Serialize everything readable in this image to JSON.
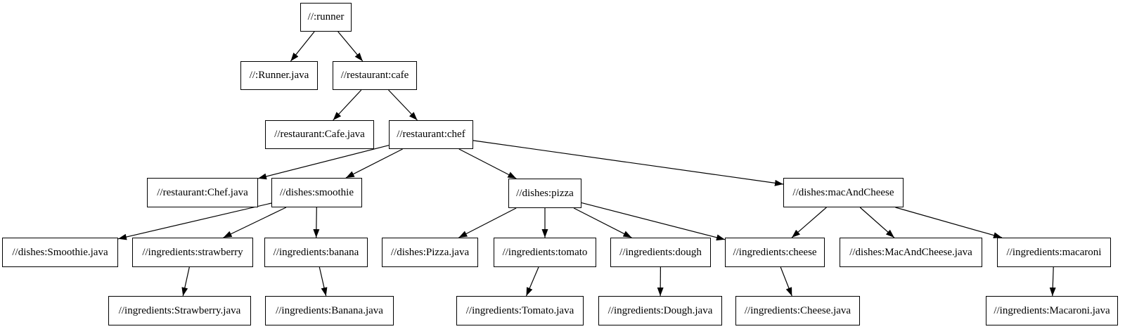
{
  "diagram": {
    "type": "dependency-graph",
    "background_color": "#ffffff",
    "node_fill_color": "#ffffff",
    "node_border_color": "#000000",
    "edge_color": "#000000",
    "text_color": "#000000",
    "nodes": [
      {
        "id": "runner",
        "label": "//:runner"
      },
      {
        "id": "runner_java",
        "label": "//:Runner.java"
      },
      {
        "id": "cafe",
        "label": "//restaurant:cafe"
      },
      {
        "id": "cafe_java",
        "label": "//restaurant:Cafe.java"
      },
      {
        "id": "chef",
        "label": "//restaurant:chef"
      },
      {
        "id": "chef_java",
        "label": "//restaurant:Chef.java"
      },
      {
        "id": "smoothie",
        "label": "//dishes:smoothie"
      },
      {
        "id": "pizza",
        "label": "//dishes:pizza"
      },
      {
        "id": "macandcheese",
        "label": "//dishes:macAndCheese"
      },
      {
        "id": "smoothie_java",
        "label": "//dishes:Smoothie.java"
      },
      {
        "id": "strawberry",
        "label": "//ingredients:strawberry"
      },
      {
        "id": "banana",
        "label": "//ingredients:banana"
      },
      {
        "id": "pizza_java",
        "label": "//dishes:Pizza.java"
      },
      {
        "id": "tomato",
        "label": "//ingredients:tomato"
      },
      {
        "id": "dough",
        "label": "//ingredients:dough"
      },
      {
        "id": "cheese",
        "label": "//ingredients:cheese"
      },
      {
        "id": "macandcheese_java",
        "label": "//dishes:MacAndCheese.java"
      },
      {
        "id": "macaroni",
        "label": "//ingredients:macaroni"
      },
      {
        "id": "strawberry_java",
        "label": "//ingredients:Strawberry.java"
      },
      {
        "id": "banana_java",
        "label": "//ingredients:Banana.java"
      },
      {
        "id": "tomato_java",
        "label": "//ingredients:Tomato.java"
      },
      {
        "id": "dough_java",
        "label": "//ingredients:Dough.java"
      },
      {
        "id": "cheese_java",
        "label": "//ingredients:Cheese.java"
      },
      {
        "id": "macaroni_java",
        "label": "//ingredients:Macaroni.java"
      }
    ],
    "edges": [
      {
        "from": "runner",
        "to": "runner_java"
      },
      {
        "from": "runner",
        "to": "cafe"
      },
      {
        "from": "cafe",
        "to": "cafe_java"
      },
      {
        "from": "cafe",
        "to": "chef"
      },
      {
        "from": "chef",
        "to": "chef_java"
      },
      {
        "from": "chef",
        "to": "smoothie"
      },
      {
        "from": "chef",
        "to": "pizza"
      },
      {
        "from": "chef",
        "to": "macandcheese"
      },
      {
        "from": "smoothie",
        "to": "smoothie_java"
      },
      {
        "from": "smoothie",
        "to": "strawberry"
      },
      {
        "from": "smoothie",
        "to": "banana"
      },
      {
        "from": "strawberry",
        "to": "strawberry_java"
      },
      {
        "from": "banana",
        "to": "banana_java"
      },
      {
        "from": "pizza",
        "to": "pizza_java"
      },
      {
        "from": "pizza",
        "to": "tomato"
      },
      {
        "from": "pizza",
        "to": "dough"
      },
      {
        "from": "pizza",
        "to": "cheese"
      },
      {
        "from": "tomato",
        "to": "tomato_java"
      },
      {
        "from": "dough",
        "to": "dough_java"
      },
      {
        "from": "cheese",
        "to": "cheese_java"
      },
      {
        "from": "macandcheese",
        "to": "cheese"
      },
      {
        "from": "macandcheese",
        "to": "macandcheese_java"
      },
      {
        "from": "macandcheese",
        "to": "macaroni"
      },
      {
        "from": "macaroni",
        "to": "macaroni_java"
      }
    ]
  }
}
